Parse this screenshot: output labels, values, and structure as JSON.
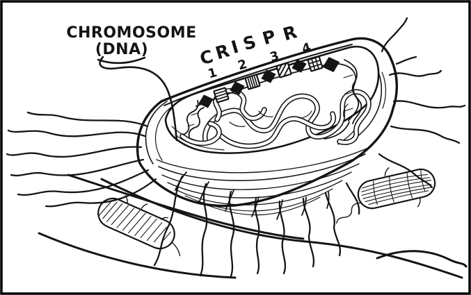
{
  "canvas": {
    "background": "#ffffff",
    "frame_color": "#000000",
    "ink_color": "#141414"
  },
  "labels": {
    "chromosome": {
      "line1": "CHROMOSOME",
      "line2": "(DNA)"
    },
    "crispr": {
      "word": "CRISPR",
      "letters": [
        "C",
        "R",
        "I",
        "S",
        "P",
        "R"
      ]
    },
    "spacer_numbers": [
      "1",
      "2",
      "3",
      "4"
    ]
  },
  "crispr_array": {
    "repeats": {
      "shape": "black-diamond",
      "count": 5
    },
    "spacers": [
      {
        "number": "1",
        "pattern": "horizontal-stripes"
      },
      {
        "number": "2",
        "pattern": "vertical-stripes"
      },
      {
        "number": "3",
        "pattern": "diagonal-stripes"
      },
      {
        "number": "4",
        "pattern": "grid"
      }
    ],
    "flanks": "dna-double-helix"
  },
  "scene": {
    "main_subject": "bacterium-with-flagella",
    "interior": "tangled-chromosome-dna",
    "background_bacteria_count": 2
  }
}
